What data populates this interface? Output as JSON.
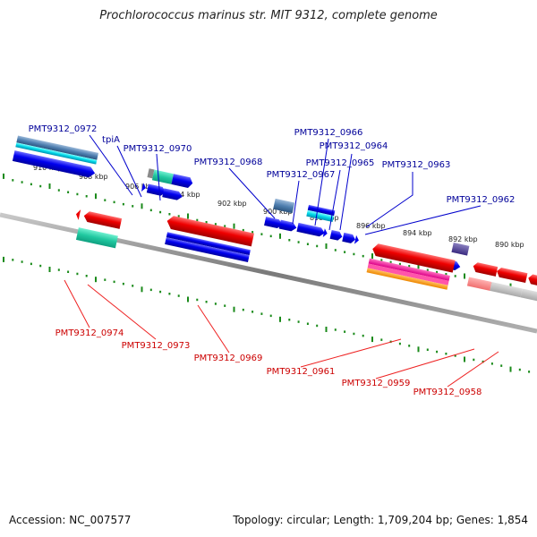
{
  "title": "Prochlorococcus marinus str. MIT 9312, complete genome",
  "accession": "Accession: NC_007577",
  "topology": "Topology: circular; Length: 1,709,204 bp; Genes: 1,854",
  "colors": {
    "backbone": "#808080",
    "ticks": "#1a8a1a",
    "top_labels": "#000099",
    "bottom_labels": "#cc0000"
  },
  "scale_ticks": [
    "910 kbp",
    "908 kbp",
    "906 kbp",
    "904 kbp",
    "902 kbp",
    "900 kbp",
    "898 kbp",
    "896 kbp",
    "894 kbp",
    "892 kbp",
    "890 kbp"
  ],
  "top_gene_labels": [
    "PMT9312_0972",
    "tpiA",
    "PMT9312_0970",
    "PMT9312_0968",
    "PMT9312_0966",
    "PMT9312_0964",
    "PMT9312_0967",
    "PMT9312_0965",
    "PMT9312_0963",
    "PMT9312_0962"
  ],
  "bottom_gene_labels": [
    "PMT9312_0974",
    "PMT9312_0973",
    "PMT9312_0969",
    "PMT9312_0961",
    "PMT9312_0959",
    "PMT9312_0958"
  ]
}
